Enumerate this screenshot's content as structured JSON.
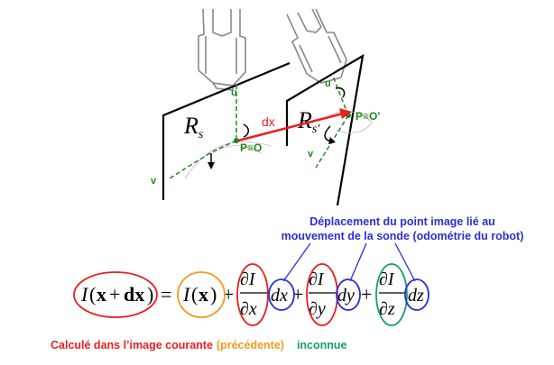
{
  "diagram": {
    "frames": [
      {
        "frame_label": "R",
        "frame_sub": "s",
        "point_label": "P≡O",
        "axis_u": "u",
        "axis_v": "v"
      },
      {
        "frame_label": "R",
        "frame_sub": "s'",
        "point_label": "P≡O'",
        "axis_u": "u",
        "axis_v": "v"
      }
    ],
    "displacement_label": "dx",
    "annotation_line1": "Déplacement du point image lié au",
    "annotation_line2": "mouvement de la sonde (odométrie du robot)",
    "equation": {
      "I": "I",
      "x": "x",
      "plus": "+",
      "dx_bold": "dx",
      "equals": "=",
      "partial": "∂",
      "dx": "dx",
      "dy": "dy",
      "dz": "dz",
      "d_var_x": "x",
      "d_var_y": "y",
      "d_var_z": "z"
    },
    "legend": {
      "red_text": "Calculé dans l’image courante",
      "orange_text": "(précédente)",
      "green_text": "inconnue"
    },
    "colors": {
      "red": "#e8201f",
      "orange": "#f39a1e",
      "green": "#14a06e",
      "blue": "#2c2ed6",
      "dark_green": "#1e8a1e"
    }
  }
}
